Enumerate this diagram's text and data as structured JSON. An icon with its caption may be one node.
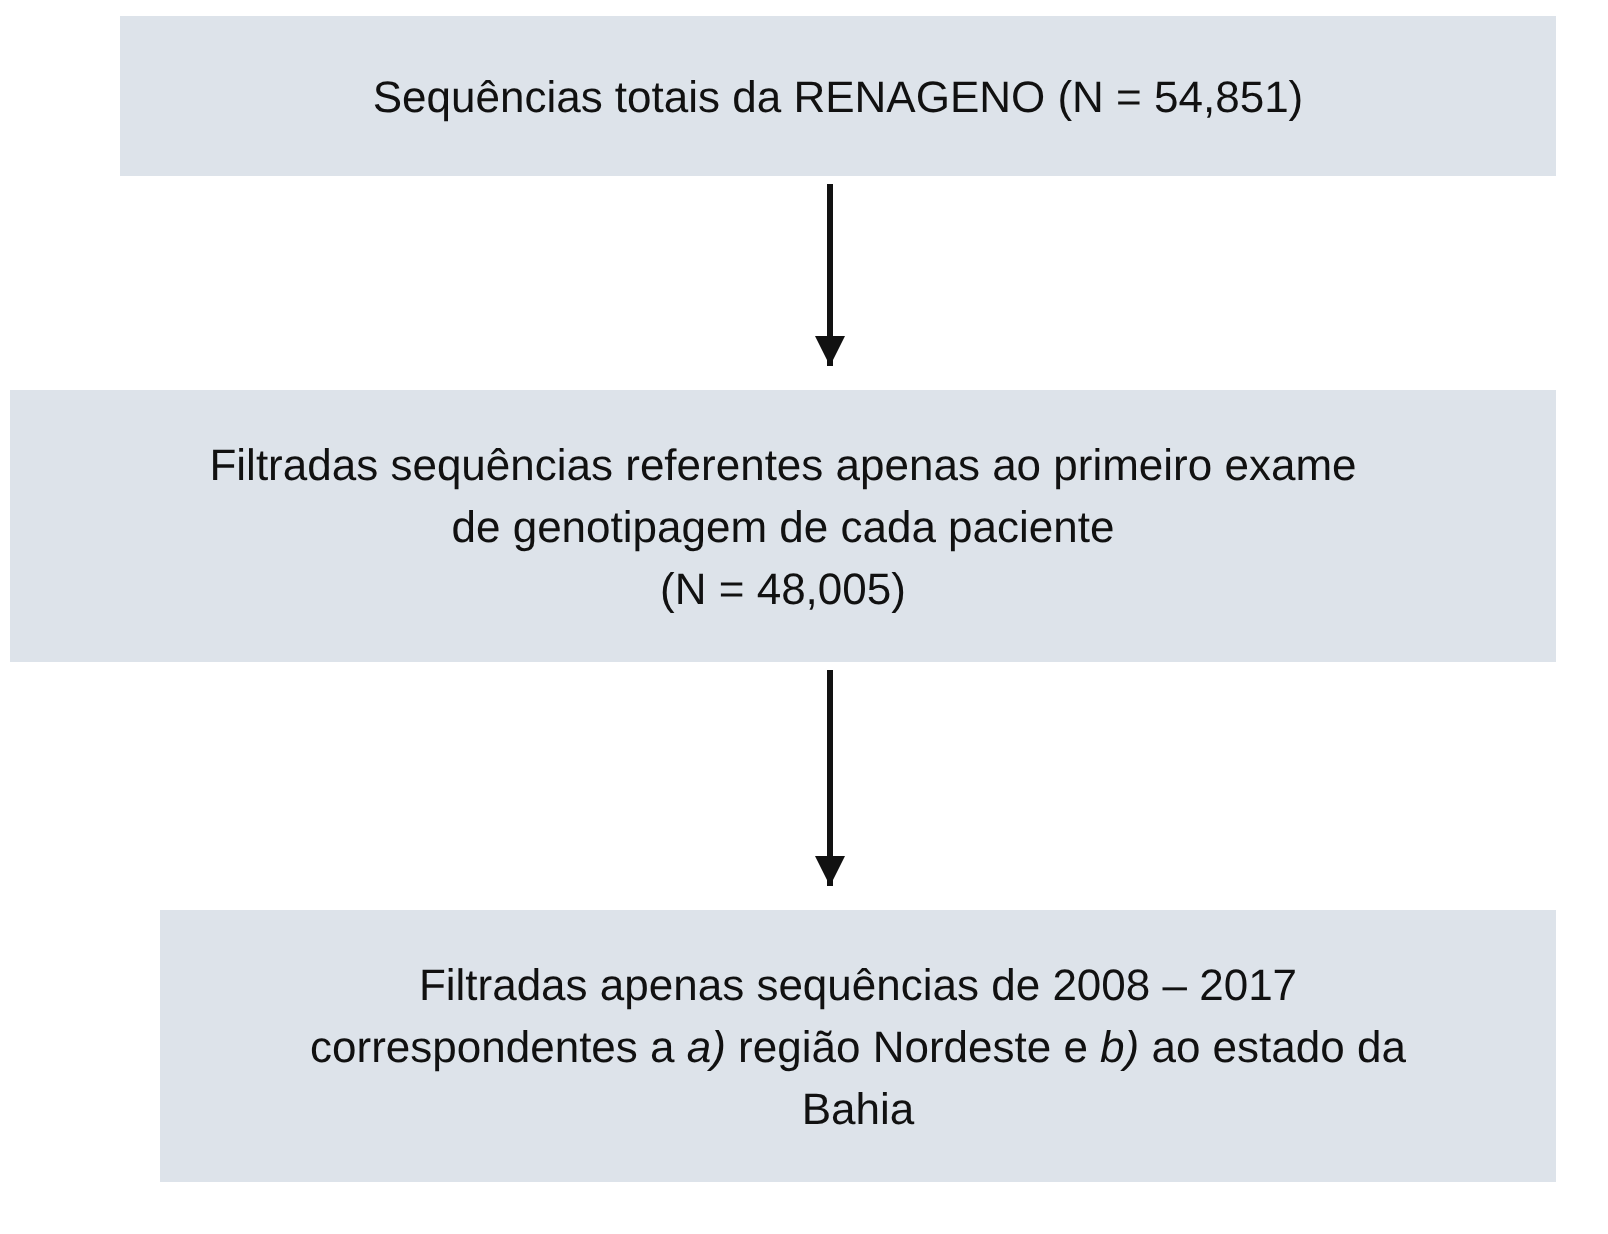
{
  "diagram": {
    "nodes": [
      {
        "text": [
          "Sequências totais da RENAGENO (N = 54,851)"
        ]
      },
      {
        "text": [
          "Filtradas sequências referentes apenas ao primeiro exame de genotipagem de cada paciente",
          "(N = 48,005)"
        ]
      },
      {
        "text": [
          "Filtradas apenas sequências de 2008 – 2017 correspondentes a *a)* região Nordeste e *b)* ao estado da Bahia"
        ]
      }
    ],
    "edges": [
      {
        "from": 0,
        "to": 1,
        "arrow": "to"
      },
      {
        "from": 1,
        "to": 2,
        "arrow": "to"
      }
    ]
  }
}
